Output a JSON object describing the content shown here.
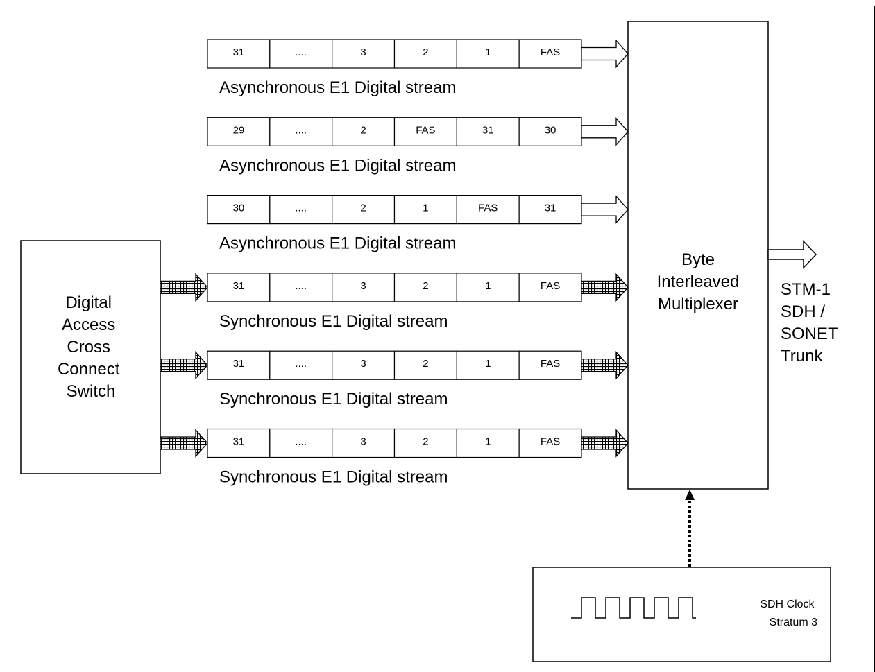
{
  "streams": [
    {
      "cells": [
        "31",
        "....",
        "3",
        "2",
        "1",
        "FAS"
      ],
      "caption": "Asynchronous E1 Digital stream",
      "sync": false
    },
    {
      "cells": [
        "29",
        "....",
        "2",
        "FAS",
        "31",
        "30"
      ],
      "caption": "Asynchronous E1 Digital stream",
      "sync": false
    },
    {
      "cells": [
        "30",
        "....",
        "2",
        "1",
        "FAS",
        "31"
      ],
      "caption": "Asynchronous E1 Digital stream",
      "sync": false
    },
    {
      "cells": [
        "31",
        "....",
        "3",
        "2",
        "1",
        "FAS"
      ],
      "caption": "Synchronous E1 Digital stream",
      "sync": true
    },
    {
      "cells": [
        "31",
        "....",
        "3",
        "2",
        "1",
        "FAS"
      ],
      "caption": "Synchronous E1 Digital stream",
      "sync": true
    },
    {
      "cells": [
        "31",
        "....",
        "3",
        "2",
        "1",
        "FAS"
      ],
      "caption": "Synchronous E1 Digital stream",
      "sync": true
    }
  ],
  "dacs_lines": [
    "Digital",
    "Access",
    "Cross",
    "Connect",
    "Switch"
  ],
  "mux_lines": [
    "Byte",
    "Interleaved",
    "Multiplexer"
  ],
  "trunk_lines": [
    "STM-1",
    "SDH /",
    "SONET",
    "Trunk"
  ],
  "clock_lines": [
    "SDH Clock",
    "Stratum 3"
  ]
}
